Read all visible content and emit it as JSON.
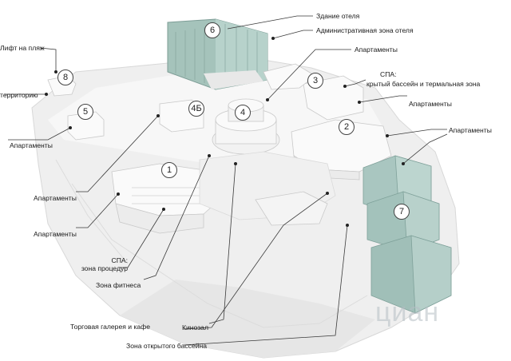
{
  "labels": {
    "hotel_building": "Здание отеля",
    "admin_zone": "Административная зона отеля",
    "apartments_top": "Апартаменты",
    "spa_pool_line1": "СПА:",
    "spa_pool_line2": "крытый бассейн и термальная зона",
    "apartments_right_1": "Апартаменты",
    "apartments_right_2": "Апартаменты",
    "beach_lift": "Лифт на пляж",
    "territory": "территорию",
    "apartments_left_1": "Апартаменты",
    "apartments_left_2": "Апартаменты",
    "apartments_left_3": "Апартаменты",
    "spa_proc_line1": "СПА:",
    "spa_proc_line2": "зона процедур",
    "fitness": "Зона фитнеса",
    "gallery_cafe": "Торговая галерея и кафе",
    "cinema": "Кинозал",
    "open_pool": "Зона открытого бассейна"
  },
  "badges": {
    "b1": "1",
    "b2": "2",
    "b3": "3",
    "b4": "4",
    "b4b": "4Б",
    "b5": "5",
    "b6": "6",
    "b7": "7",
    "b8": "8"
  },
  "watermark": "циан",
  "colors": {
    "glass_block": "#a9c6c0",
    "glass_dark": "#8fb0aa",
    "hotel_facade": "#9fbfb6",
    "terrain": "#ececec",
    "line": "#3a3a3a"
  }
}
